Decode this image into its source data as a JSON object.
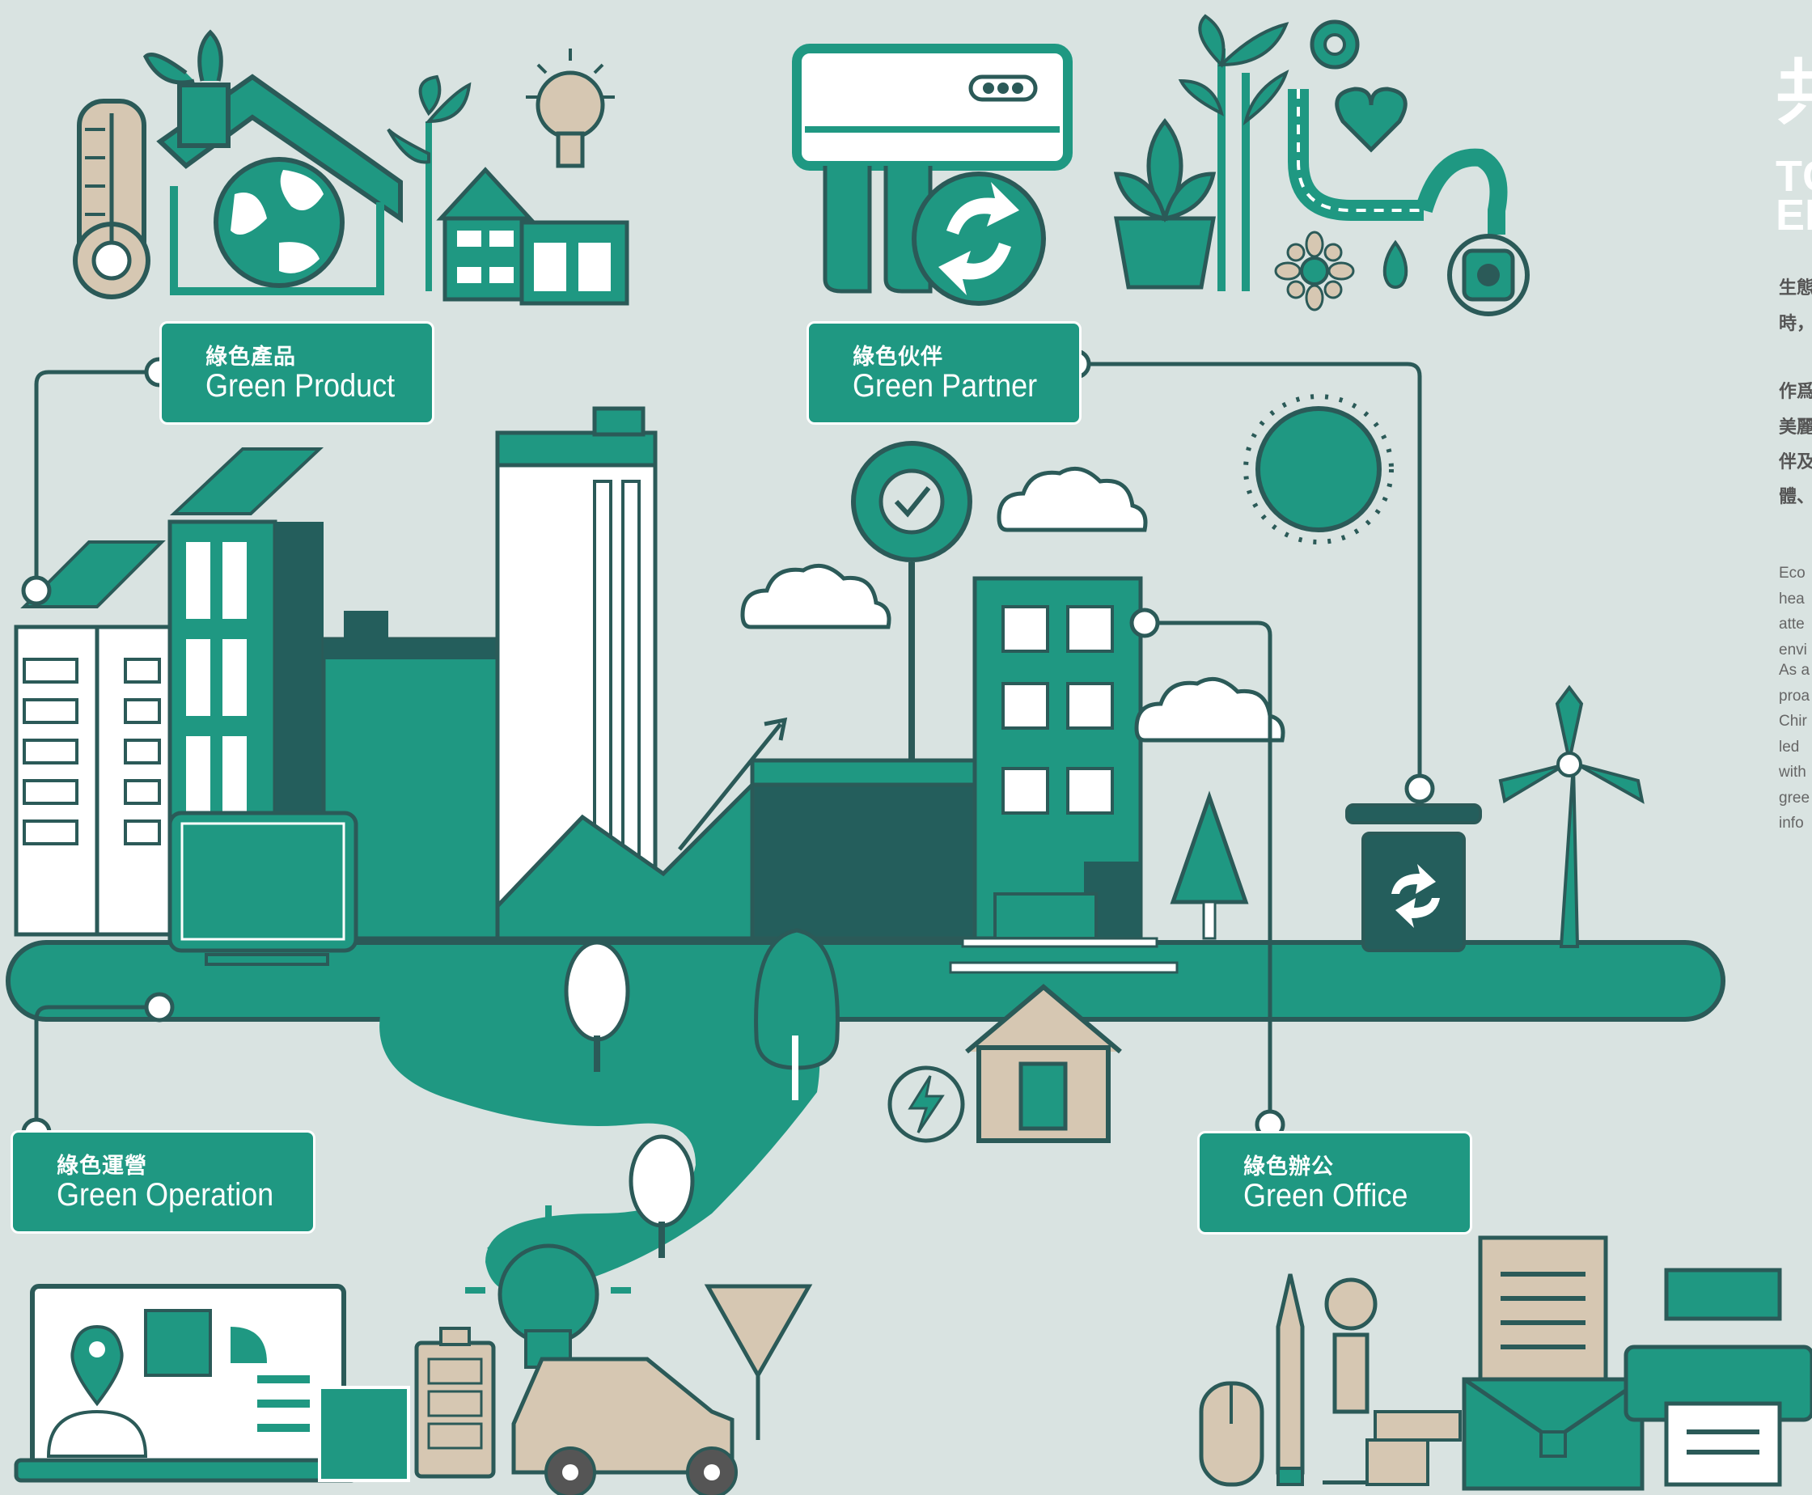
{
  "labels": {
    "green_product": {
      "zh": "綠色產品",
      "en": "Green Product"
    },
    "green_partner": {
      "zh": "綠色伙伴",
      "en": "Green Partner"
    },
    "green_operation": {
      "zh": "綠色運營",
      "en": "Green Operation"
    },
    "green_office": {
      "zh": "綠色辦公",
      "en": "Green Office"
    }
  },
  "side_panel": {
    "title_zh": "共",
    "title_en_1": "TC",
    "title_en_2": "EI",
    "zh_lines": [
      "生態",
      "時，",
      "作爲",
      "美麗",
      "伴及",
      "體、"
    ],
    "en_lines_1": [
      "Eco",
      "hea",
      "atte",
      "envi"
    ],
    "en_lines_2": [
      "As a",
      "proa",
      "Chir",
      "led",
      "with",
      "gree",
      "info"
    ]
  },
  "colors": {
    "background": "#d9e3e1",
    "primary_teal": "#1f9882",
    "dark_teal": "#245e5c",
    "beige": "#d6c7b2",
    "outline": "#2b5a58"
  },
  "icons": {
    "recycle": "recycle-arrows-icon",
    "lightning": "lightning-icon",
    "check_gear": "check-gear-icon",
    "lightbulb": "lightbulb-icon",
    "location": "location-pin-icon"
  }
}
